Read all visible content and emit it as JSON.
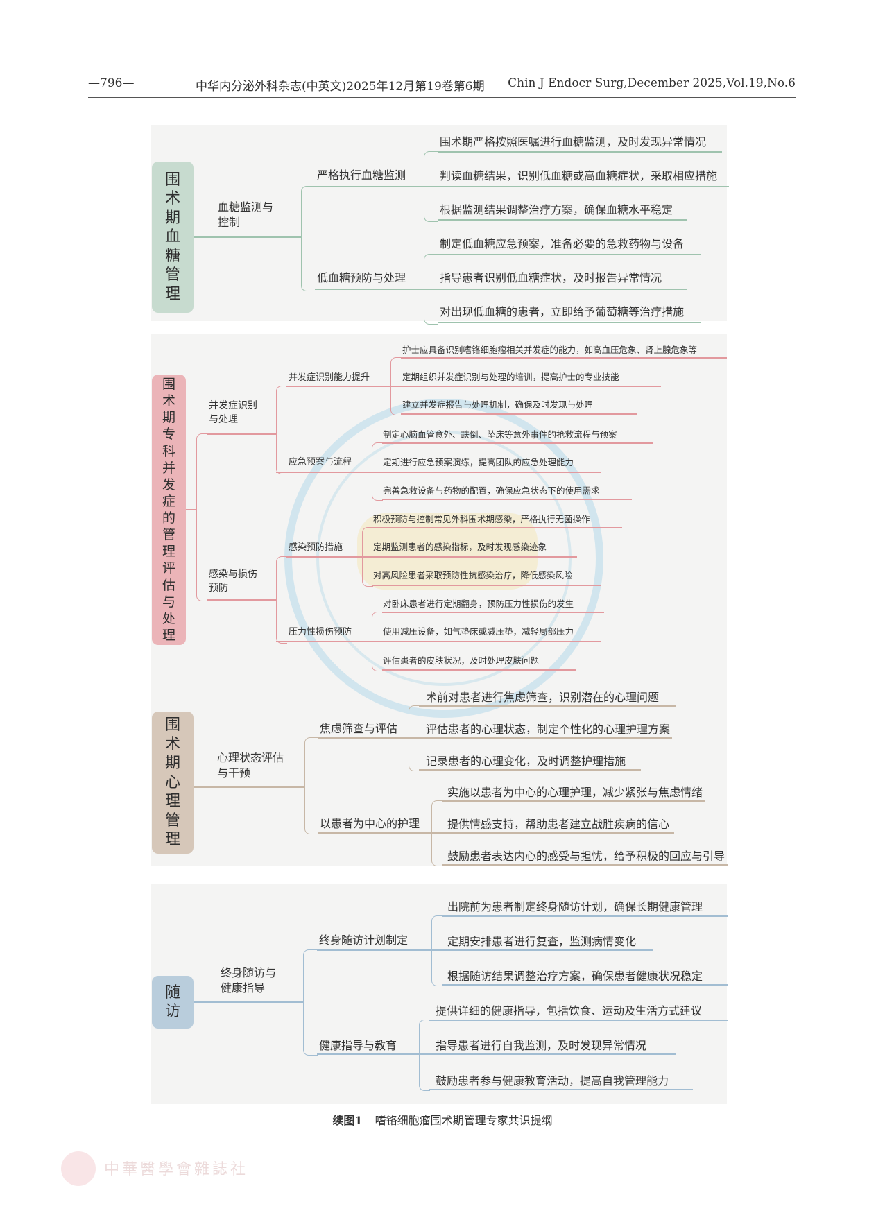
{
  "header": {
    "page_number": "—796—",
    "journal_cn": "中华内分泌外科杂志(中英文)2025年12月第19卷第6期",
    "journal_en": "Chin J Endocr Surg,December 2025,Vol.19,No.6"
  },
  "mindmap": [
    {
      "root": "围术期血糖管理",
      "branch": "血糖监测与\n控制",
      "groups": [
        {
          "label": "严格执行血糖监测",
          "items": [
            "围术期严格按照医嘱进行血糖监测，及时发现异常情况",
            "判读血糖结果，识别低血糖或高血糖症状，采取相应措施",
            "根据监测结果调整治疗方案，确保血糖水平稳定"
          ]
        },
        {
          "label": "低血糖预防与处理",
          "items": [
            "制定低血糖应急预案，准备必要的急救药物与设备",
            "指导患者识别低血糖症状，及时报告异常情况",
            "对出现低血糖的患者，立即给予葡萄糖等治疗措施"
          ]
        }
      ]
    },
    {
      "root": "围术期专科并发症的管理评估与处理",
      "branches": [
        {
          "label": "并发症识别\n与处理",
          "groups": [
            {
              "label": "并发症识别能力提升",
              "items": [
                "护士应具备识别嗜铬细胞瘤相关并发症的能力，如高血压危象、肾上腺危象等",
                "定期组织并发症识别与处理的培训，提高护士的专业技能",
                "建立并发症报告与处理机制，确保及时发现与处理"
              ]
            },
            {
              "label": "应急预案与流程",
              "items": [
                "制定心脑血管意外、跌倒、坠床等意外事件的抢救流程与预案",
                "定期进行应急预案演练，提高团队的应急处理能力",
                "完善急救设备与药物的配置，确保应急状态下的使用需求"
              ]
            }
          ]
        },
        {
          "label": "感染与损伤\n预防",
          "groups": [
            {
              "label": "感染预防措施",
              "items": [
                "积极预防与控制常见外科围术期感染，严格执行无菌操作",
                "定期监测患者的感染指标，及时发现感染迹象",
                "对高风险患者采取预防性抗感染治疗，降低感染风险"
              ]
            },
            {
              "label": "压力性损伤预防",
              "items": [
                "对卧床患者进行定期翻身，预防压力性损伤的发生",
                "使用减压设备，如气垫床或减压垫，减轻局部压力",
                "评估患者的皮肤状况，及时处理皮肤问题"
              ]
            }
          ]
        }
      ]
    },
    {
      "root": "围术期心理管理",
      "branch": "心理状态评估\n与干预",
      "groups": [
        {
          "label": "焦虑筛查与评估",
          "items": [
            "术前对患者进行焦虑筛查，识别潜在的心理问题",
            "评估患者的心理状态，制定个性化的心理护理方案",
            "记录患者的心理变化，及时调整护理措施"
          ]
        },
        {
          "label": "以患者为中心的护理",
          "items": [
            "实施以患者为中心的心理护理，减少紧张与焦虑情绪",
            "提供情感支持，帮助患者建立战胜疾病的信心",
            "鼓励患者表达内心的感受与担忧，给予积极的回应与引导"
          ]
        }
      ]
    },
    {
      "root": "随访",
      "branch": "终身随访与\n健康指导",
      "groups": [
        {
          "label": "终身随访计划制定",
          "items": [
            "出院前为患者制定终身随访计划，确保长期健康管理",
            "定期安排患者进行复查，监测病情变化",
            "根据随访结果调整治疗方案，确保患者健康状况稳定"
          ]
        },
        {
          "label": "健康指导与教育",
          "items": [
            "提供详细的健康指导，包括饮食、运动及生活方式建议",
            "指导患者进行自我监测，及时发现异常情况",
            "鼓励患者参与健康教育活动，提高自我管理能力"
          ]
        }
      ]
    }
  ],
  "caption": {
    "number": "续图1",
    "title": "嗜铬细胞瘤围术期管理专家共识提纲"
  },
  "footer": {
    "publisher": "中華醫學會雜誌社"
  },
  "colors": {
    "section1": "#9fc3ae",
    "section2": "#e2999e",
    "section3": "#c7b7a6",
    "section4": "#a2bdd2"
  }
}
